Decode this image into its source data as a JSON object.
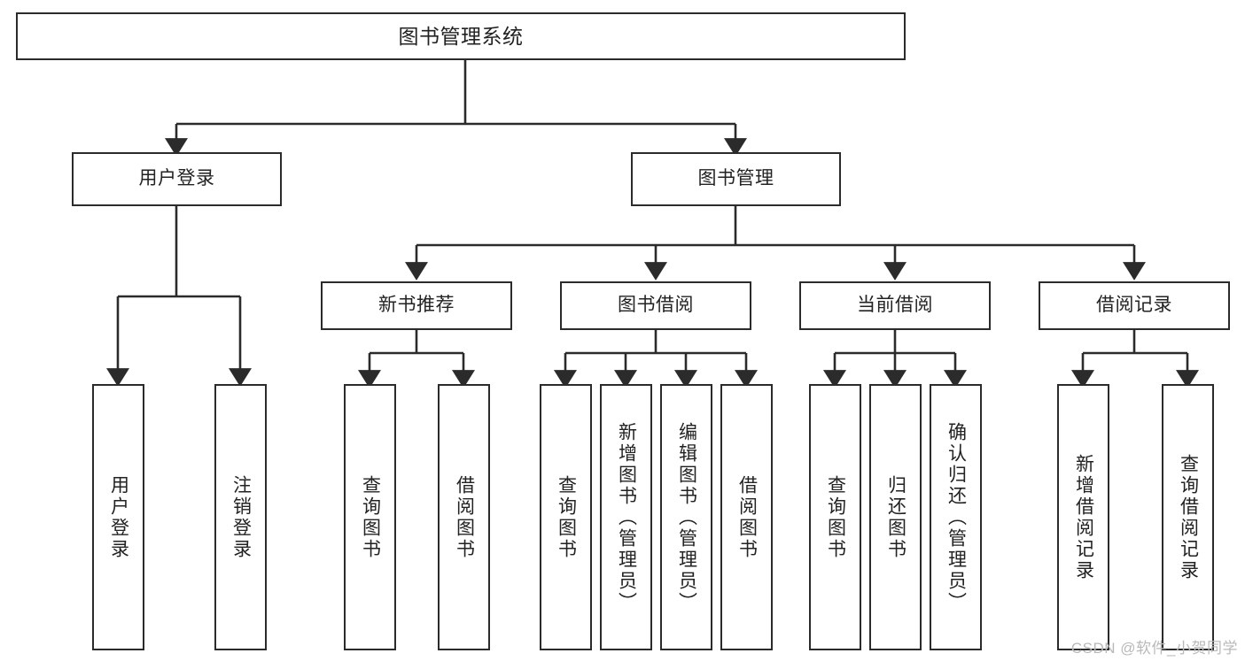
{
  "diagram": {
    "title": "图书管理系统",
    "type": "hierarchy-tree",
    "root": {
      "label": "图书管理系统"
    },
    "level2": [
      {
        "label": "用户登录"
      },
      {
        "label": "图书管理"
      }
    ],
    "level3": [
      {
        "label": "新书推荐"
      },
      {
        "label": "图书借阅"
      },
      {
        "label": "当前借阅"
      },
      {
        "label": "借阅记录"
      }
    ],
    "leaves": {
      "user_login": [
        {
          "label": "用户登录"
        },
        {
          "label": "注销登录"
        }
      ],
      "new_book_recommend": [
        {
          "label": "查询图书"
        },
        {
          "label": "借阅图书"
        }
      ],
      "book_borrow": [
        {
          "label": "查询图书"
        },
        {
          "label": "新增图书（管理员）"
        },
        {
          "label": "编辑图书（管理员）"
        },
        {
          "label": "借阅图书"
        }
      ],
      "current_borrow": [
        {
          "label": "查询图书"
        },
        {
          "label": "归还图书"
        },
        {
          "label": "确认归还（管理员）"
        }
      ],
      "borrow_record": [
        {
          "label": "新增借阅记录"
        },
        {
          "label": "查询借阅记录"
        }
      ]
    },
    "watermark": "CSDN @软件_小贺同学",
    "colors": {
      "stroke": "#2b2b2b",
      "fill": "#ffffff",
      "text": "#222222",
      "watermark": "#b9b9b9"
    }
  }
}
